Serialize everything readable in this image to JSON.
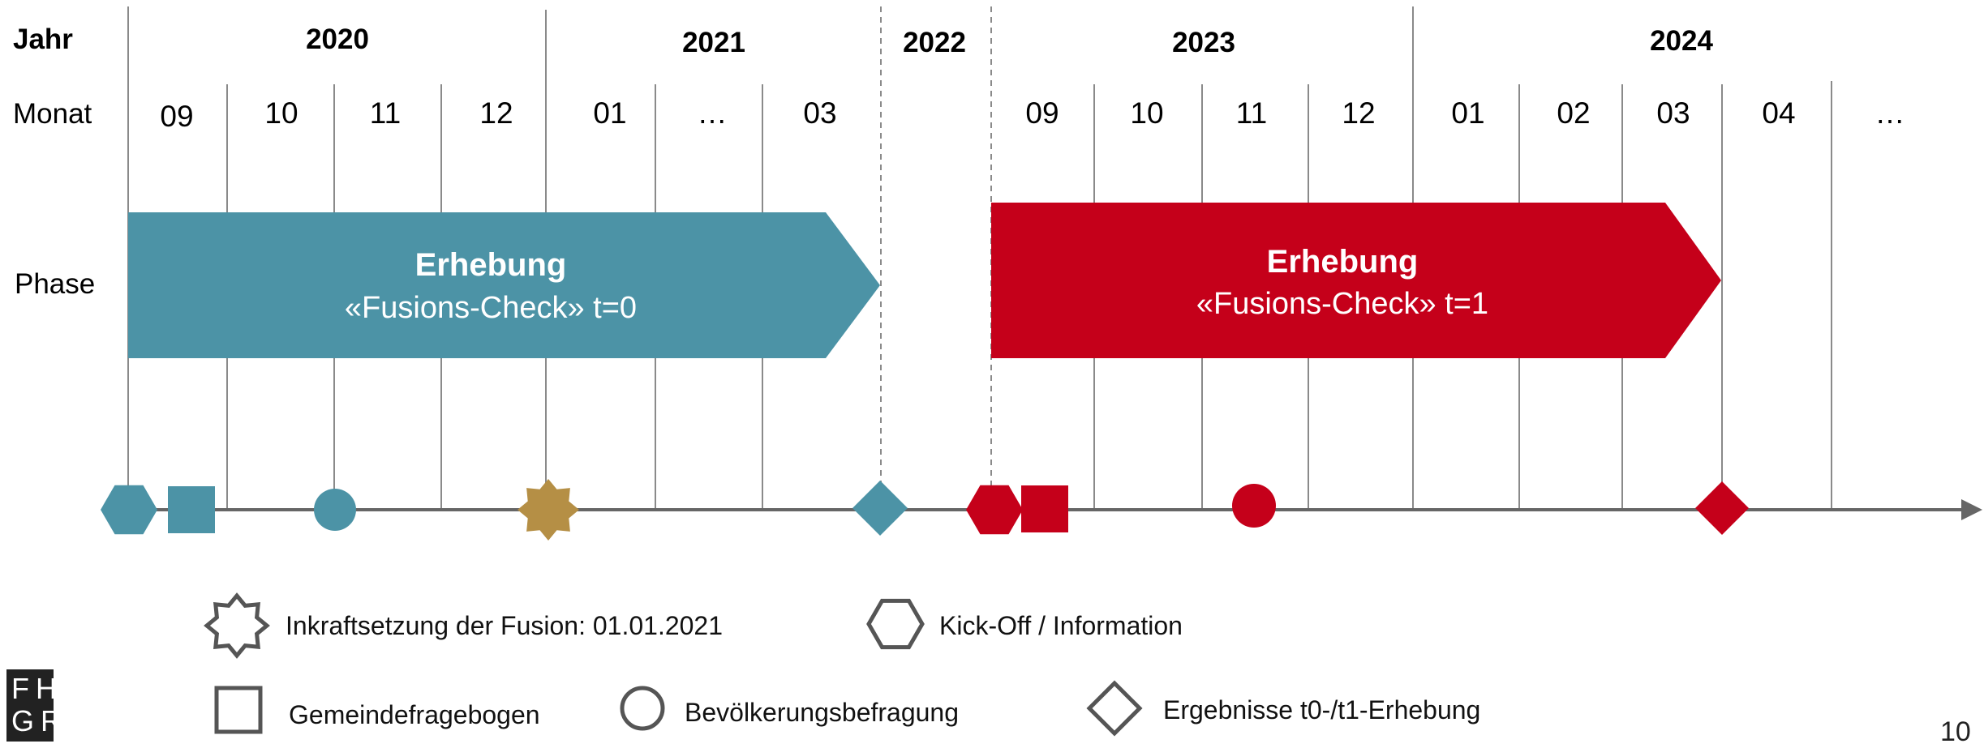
{
  "row_labels": {
    "year": "Jahr",
    "month": "Monat",
    "phase": "Phase"
  },
  "years": [
    "2020",
    "2021",
    "2022",
    "2023",
    "2024"
  ],
  "months": [
    "09",
    "10",
    "11",
    "12",
    "01",
    "…",
    "03",
    "09",
    "10",
    "11",
    "12",
    "01",
    "02",
    "03",
    "04",
    "…"
  ],
  "phases": [
    {
      "title": "Erhebung",
      "subtitle": "«Fusions-Check» t=0",
      "color": "#4c93a6"
    },
    {
      "title": "Erhebung",
      "subtitle": "«Fusions-Check» t=1",
      "color": "#c5001a"
    }
  ],
  "colors": {
    "teal": "#4c93a6",
    "red": "#c5001a",
    "gold": "#b58f45",
    "grid": "#8a8a8a",
    "axis": "#666666"
  },
  "markers": [
    {
      "shape": "hexagon",
      "color": "teal"
    },
    {
      "shape": "square",
      "color": "teal"
    },
    {
      "shape": "circle",
      "color": "teal"
    },
    {
      "shape": "star",
      "color": "gold"
    },
    {
      "shape": "diamond",
      "color": "teal"
    },
    {
      "shape": "hexagon",
      "color": "red"
    },
    {
      "shape": "square",
      "color": "red"
    },
    {
      "shape": "circle",
      "color": "red"
    },
    {
      "shape": "diamond",
      "color": "red"
    }
  ],
  "legend": [
    {
      "shape": "star",
      "label": "Inkraftsetzung der Fusion: 01.01.2021"
    },
    {
      "shape": "hexagon",
      "label": "Kick-Off / Information"
    },
    {
      "shape": "square",
      "label": "Gemeindefragebogen"
    },
    {
      "shape": "circle",
      "label": "Bevölkerungsbefragung"
    },
    {
      "shape": "diamond",
      "label": "Ergebnisse t0-/t1-Erhebung"
    }
  ],
  "logo": "FH GR",
  "page_number": "10"
}
